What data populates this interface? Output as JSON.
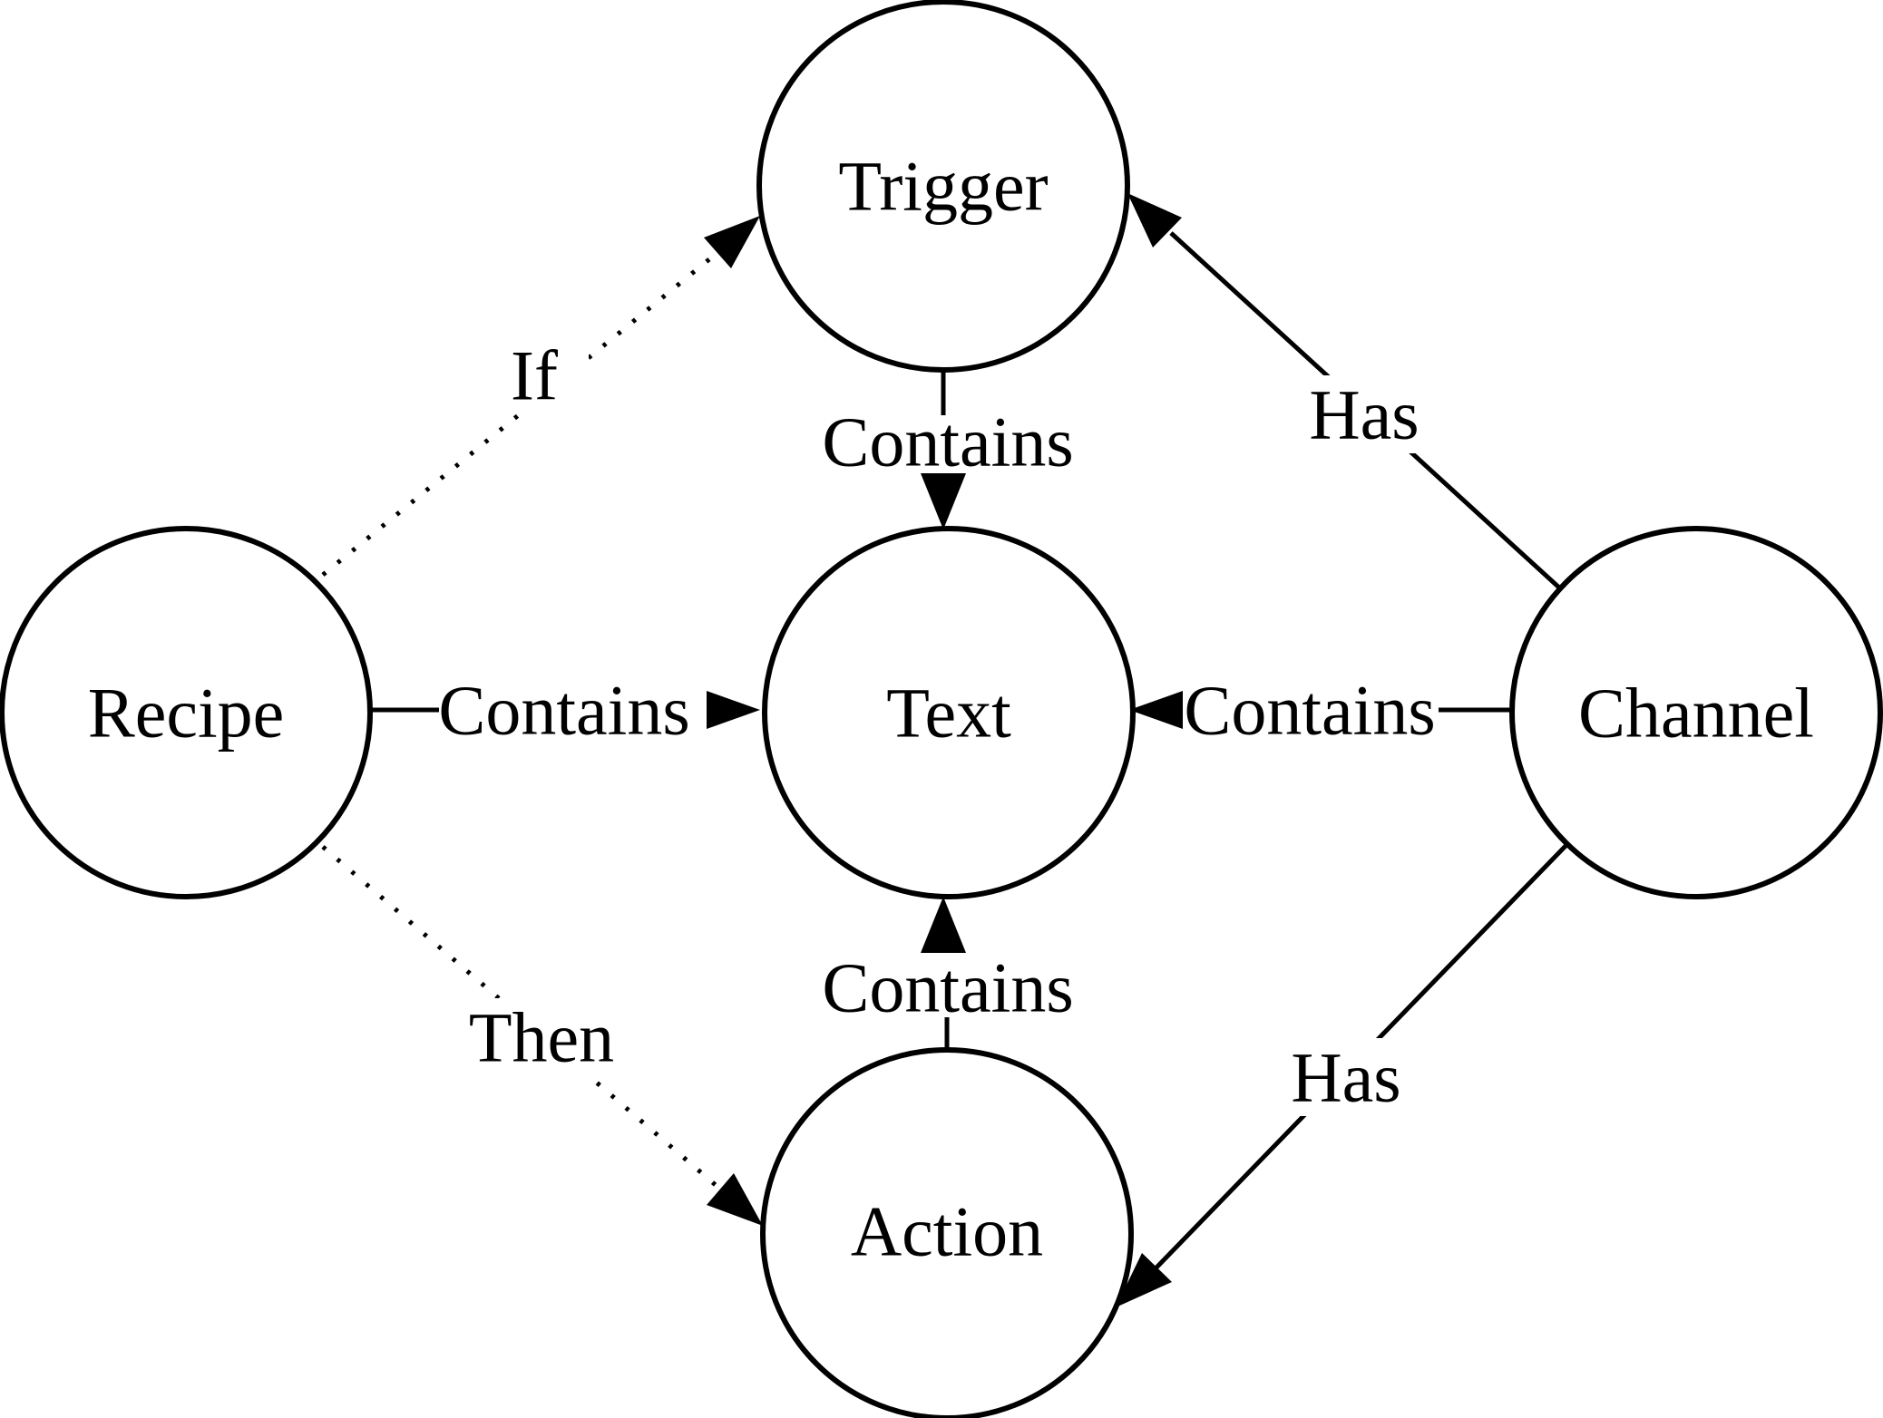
{
  "diagram": {
    "colors": {
      "background": "#ffffff",
      "stroke": "#000000",
      "text": "#000000"
    },
    "nodes": [
      {
        "id": "trigger",
        "label": "Trigger"
      },
      {
        "id": "recipe",
        "label": "Recipe"
      },
      {
        "id": "text",
        "label": "Text"
      },
      {
        "id": "channel",
        "label": "Channel"
      },
      {
        "id": "action",
        "label": "Action"
      }
    ],
    "edges": [
      {
        "from": "recipe",
        "to": "trigger",
        "label": "If",
        "style": "dotted"
      },
      {
        "from": "recipe",
        "to": "text",
        "label": "Contains",
        "style": "solid"
      },
      {
        "from": "recipe",
        "to": "action",
        "label": "Then",
        "style": "dotted"
      },
      {
        "from": "trigger",
        "to": "text",
        "label": "Contains",
        "style": "solid"
      },
      {
        "from": "channel",
        "to": "trigger",
        "label": "Has",
        "style": "solid"
      },
      {
        "from": "channel",
        "to": "text",
        "label": "Contains",
        "style": "solid"
      },
      {
        "from": "channel",
        "to": "action",
        "label": "Has",
        "style": "solid"
      },
      {
        "from": "action",
        "to": "text",
        "label": "Contains",
        "style": "solid"
      }
    ]
  }
}
